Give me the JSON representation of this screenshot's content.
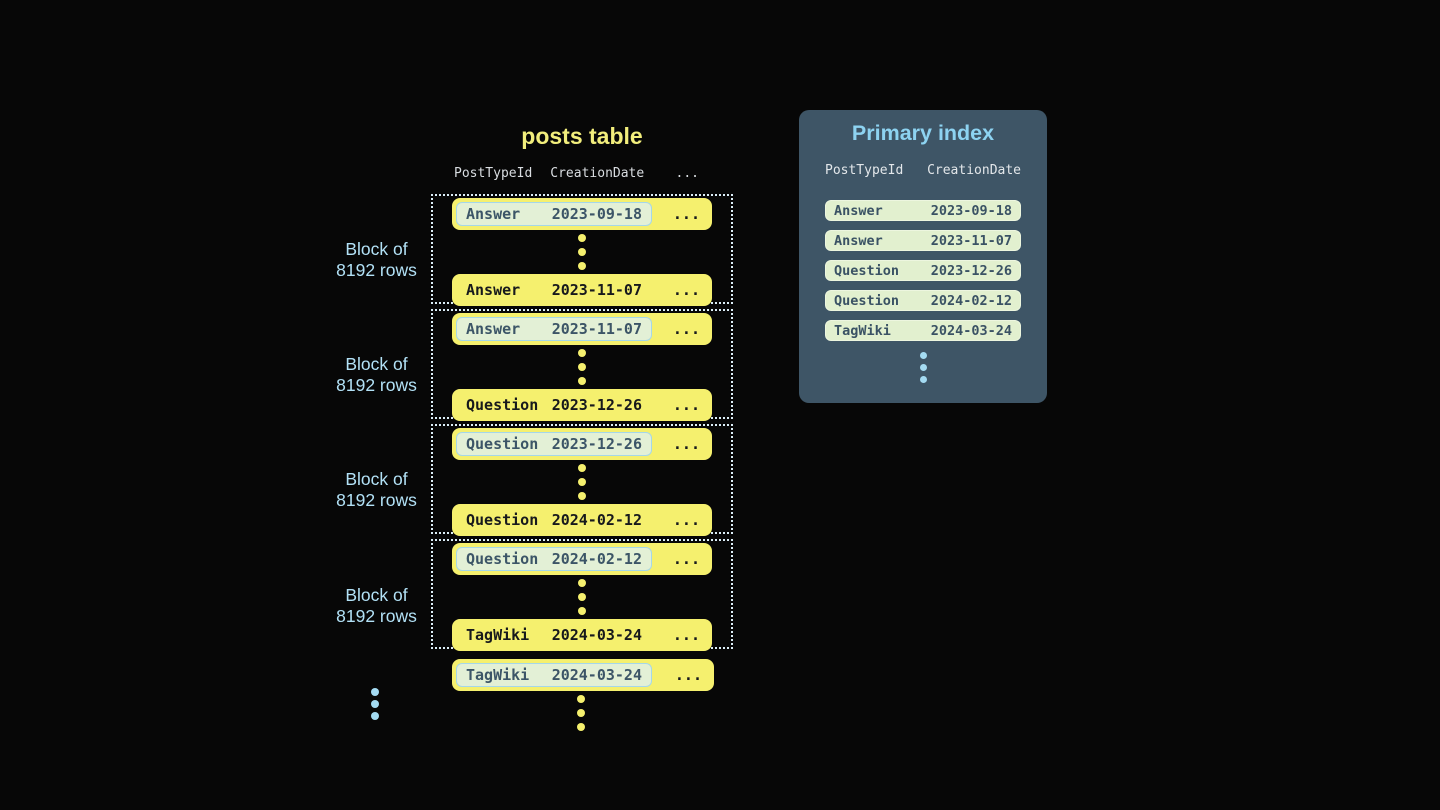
{
  "posts_table": {
    "title": "posts table",
    "header": {
      "col1": "PostTypeId",
      "col2": "CreationDate",
      "more": "..."
    },
    "block_label": {
      "line1": "Block of",
      "line2": "8192 rows"
    },
    "blocks": [
      {
        "first_row": {
          "post_type": "Answer",
          "creation_date": "2023-09-18",
          "more": "..."
        },
        "last_row": {
          "post_type": "Answer",
          "creation_date": "2023-11-07",
          "more": "..."
        }
      },
      {
        "first_row": {
          "post_type": "Answer",
          "creation_date": "2023-11-07",
          "more": "..."
        },
        "last_row": {
          "post_type": "Question",
          "creation_date": "2023-12-26",
          "more": "..."
        }
      },
      {
        "first_row": {
          "post_type": "Question",
          "creation_date": "2023-12-26",
          "more": "..."
        },
        "last_row": {
          "post_type": "Question",
          "creation_date": "2024-02-12",
          "more": "..."
        }
      },
      {
        "first_row": {
          "post_type": "Question",
          "creation_date": "2024-02-12",
          "more": "..."
        },
        "last_row": {
          "post_type": "TagWiki",
          "creation_date": "2024-03-24",
          "more": "..."
        }
      }
    ],
    "overflow_row": {
      "post_type": "TagWiki",
      "creation_date": "2024-03-24",
      "more": "..."
    }
  },
  "primary_index": {
    "title": "Primary index",
    "header": {
      "col1": "PostTypeId",
      "col2": "CreationDate"
    },
    "rows": [
      {
        "post_type": "Answer",
        "creation_date": "2023-09-18"
      },
      {
        "post_type": "Answer",
        "creation_date": "2023-11-07"
      },
      {
        "post_type": "Question",
        "creation_date": "2023-12-26"
      },
      {
        "post_type": "Question",
        "creation_date": "2024-02-12"
      },
      {
        "post_type": "TagWiki",
        "creation_date": "2024-03-24"
      }
    ]
  },
  "colors": {
    "background": "#070707",
    "row_yellow": "#f5f06e",
    "title_yellow": "#f2ee7c",
    "highlight_green": "#e3f0d6",
    "highlight_border_blue": "#a5d7e9",
    "dark_slate_text": "#3c5567",
    "panel_slate": "#3e5566",
    "accent_light_blue": "#a4dbf2",
    "dotted_border": "#dceef7"
  }
}
